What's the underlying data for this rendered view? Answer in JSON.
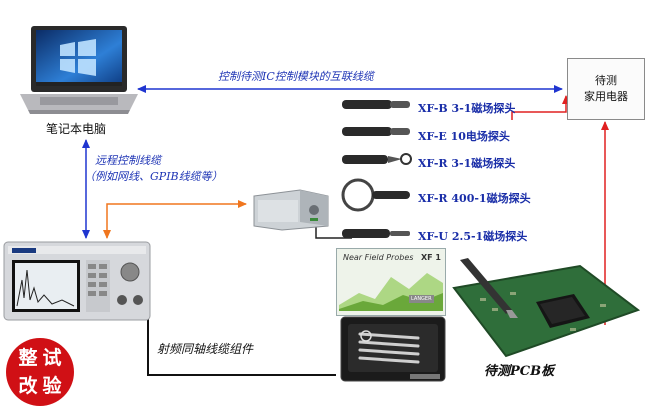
{
  "cables": {
    "ic_cable": "控制待测IC控制模块的互联线缆",
    "remote_cable": "远程控制线缆",
    "remote_cable_examples": "（例如网线、GPIB线缆等）",
    "rf_cable": "射频同轴线缆组件"
  },
  "laptop": {
    "label": "笔记本电脑"
  },
  "dut": {
    "line1": "待测",
    "line2": "家用电器"
  },
  "pcb": {
    "label": "待测PCB板"
  },
  "probes": [
    {
      "label": "XF-B 3-1磁场探头"
    },
    {
      "label": "XF-E 10电场探头"
    },
    {
      "label": "XF-R 3-1磁场探头"
    },
    {
      "label": "XF-R 400-1磁场探头"
    },
    {
      "label": "XF-U 2.5-1磁场探头"
    }
  ],
  "probe_kit": {
    "title": "Near Field Probes",
    "model": "XF 1",
    "brand": "LANGER"
  },
  "stamp": {
    "chars": [
      "整",
      "试",
      "改",
      "验"
    ]
  },
  "colors": {
    "blue_arrow": "#1f35d0",
    "orange_cable": "#f0761e",
    "red_arrow": "#e02020",
    "label_blue": "#1a2ea8",
    "stamp_red": "#d01015"
  }
}
